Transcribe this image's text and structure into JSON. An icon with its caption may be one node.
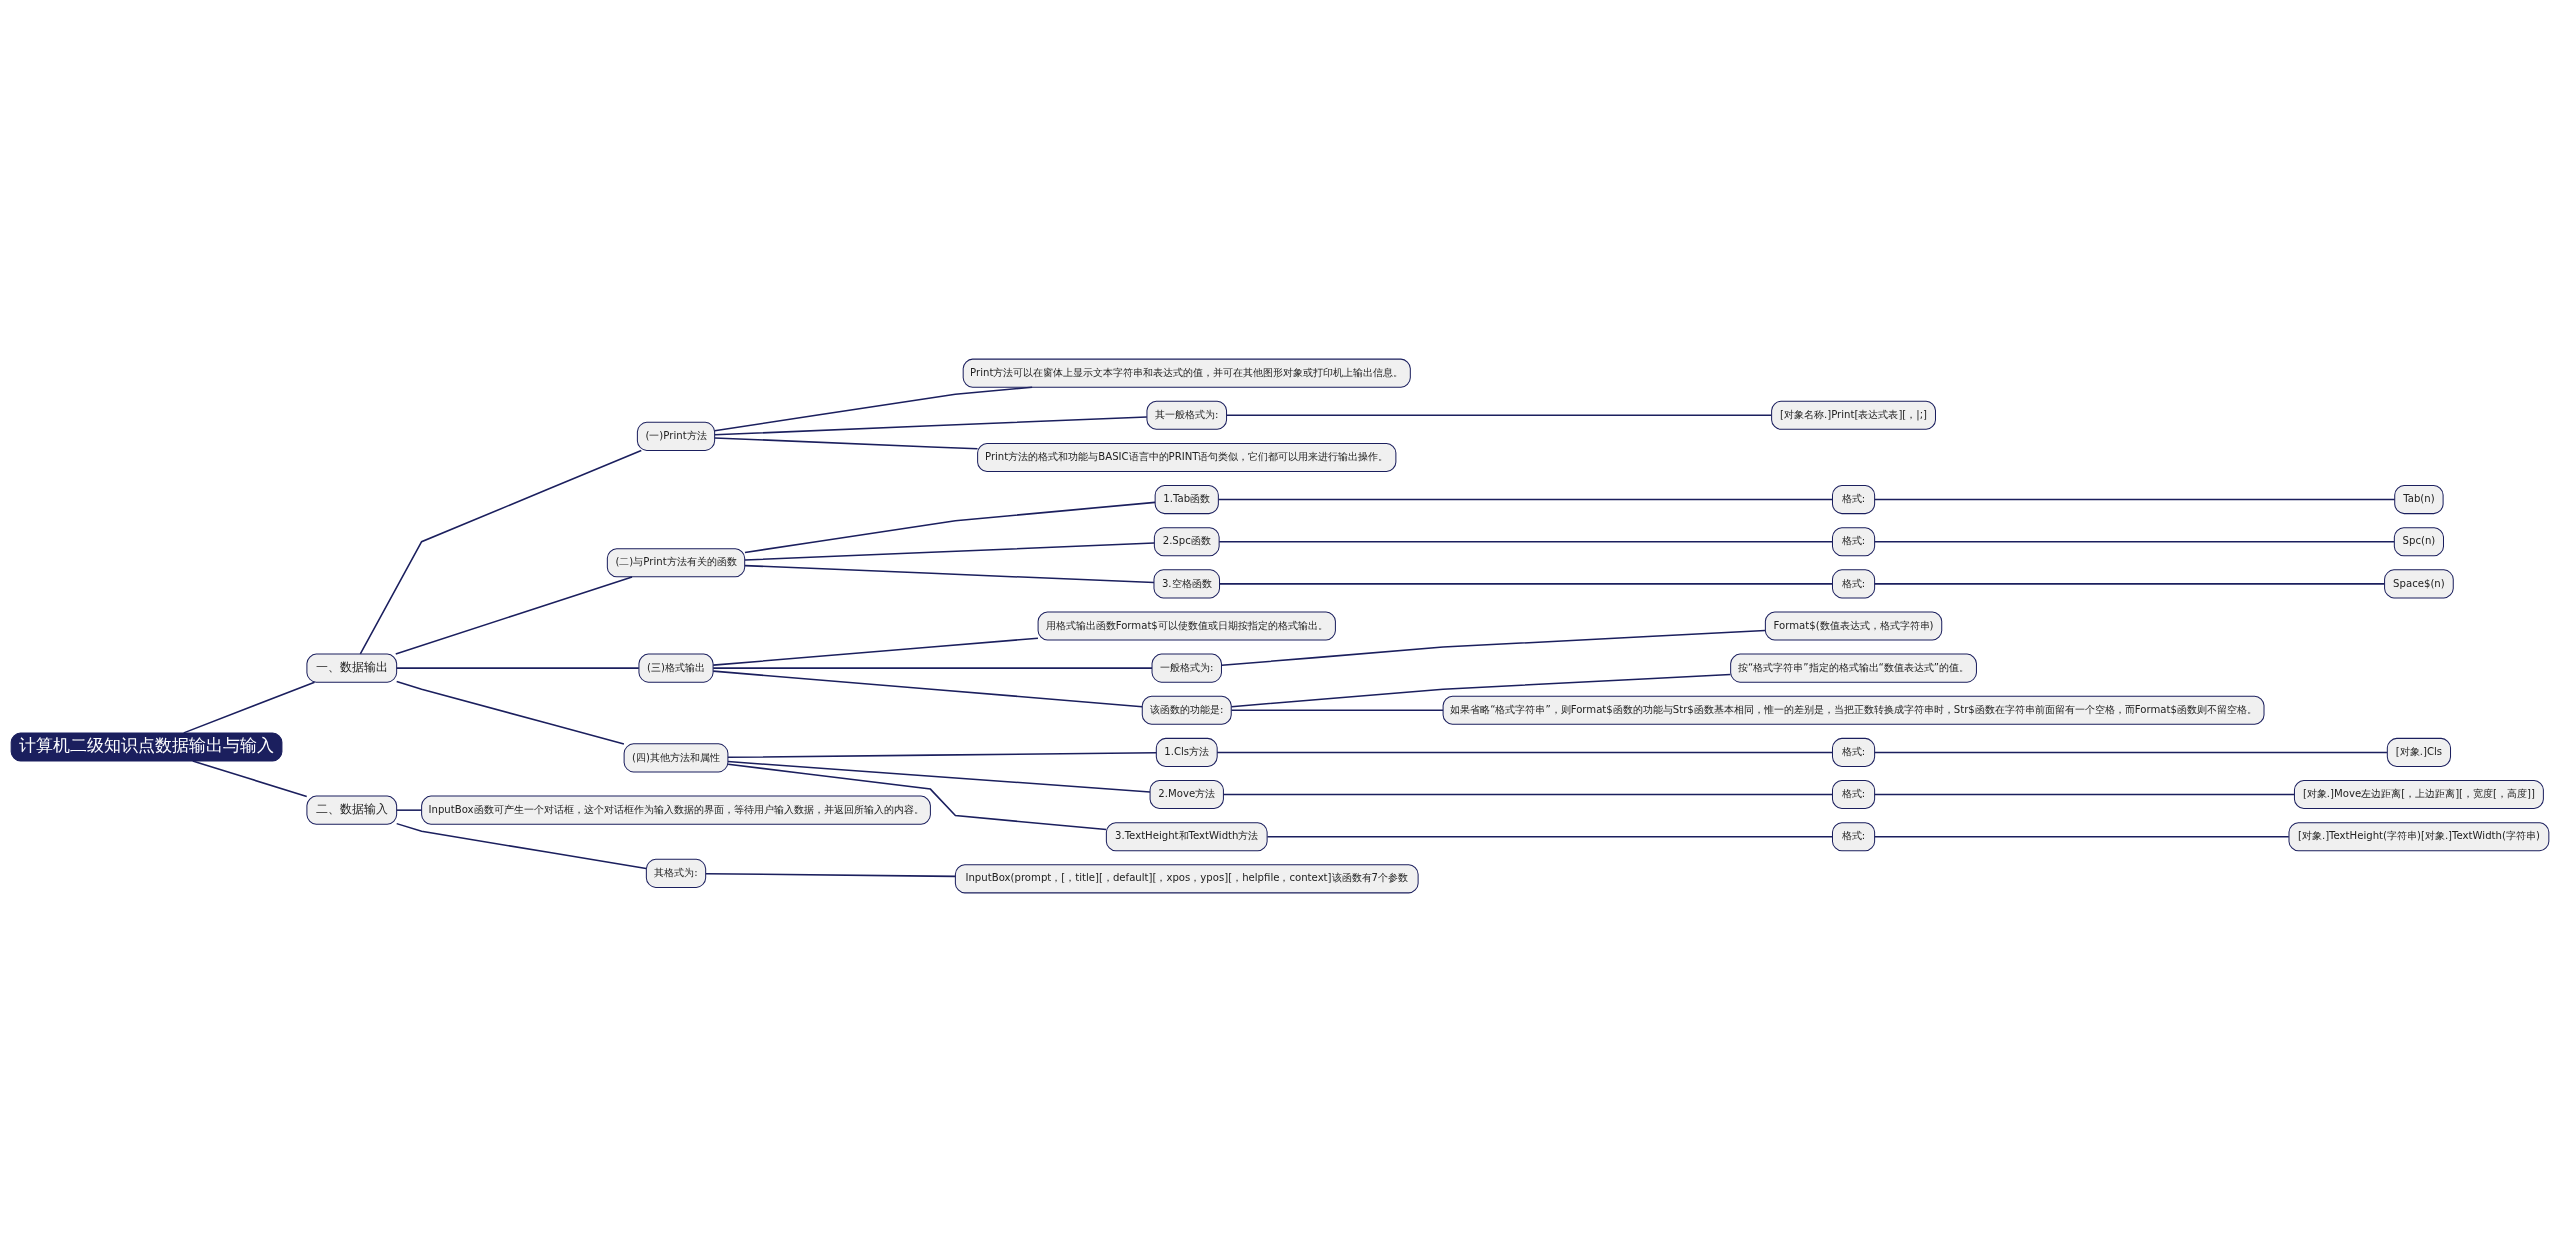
{
  "diagram": {
    "nodes": [
      {
        "text": [
          "计算机二级知识点数据输出与输入"
        ]
      },
      {
        "text": [
          "一、数据输出"
        ]
      },
      {
        "text": [
          "(一)Print方法"
        ]
      },
      {
        "text": [
          "Print方法可以在窗体上显示文本字符串和表达式的值，并可在其他图形对象或打印机上输出信息。"
        ]
      },
      {
        "text": [
          "其一般格式为:"
        ]
      },
      {
        "text": [
          "[对象名称.]Print[表达式表][，|;]"
        ]
      },
      {
        "text": [
          "Print方法的格式和功能与BASIC语言中的PRINT语句类似，它们都可以用来进行输出操作。"
        ]
      },
      {
        "text": [
          "(二)与Print方法有关的函数"
        ]
      },
      {
        "text": [
          "1.Tab函数"
        ]
      },
      {
        "text": [
          "格式:"
        ]
      },
      {
        "text": [
          "Tab(n)"
        ]
      },
      {
        "text": [
          "2.Spc函数"
        ]
      },
      {
        "text": [
          "格式:"
        ]
      },
      {
        "text": [
          "Spc(n)"
        ]
      },
      {
        "text": [
          "3.空格函数"
        ]
      },
      {
        "text": [
          "格式:"
        ]
      },
      {
        "text": [
          "Space$(n)"
        ]
      },
      {
        "text": [
          "(三)格式输出"
        ]
      },
      {
        "text": [
          "用格式输出函数Format$可以使数值或日期按指定的格式输出。"
        ]
      },
      {
        "text": [
          "一般格式为:"
        ]
      },
      {
        "text": [
          "Format$(数值表达式，格式字符串)"
        ]
      },
      {
        "text": [
          "该函数的功能是:"
        ]
      },
      {
        "text": [
          "按“格式字符串”指定的格式输出“数值表达式”的值。"
        ]
      },
      {
        "text": [
          "如果省略“格式字符串”，则Format$函数的功能与Str$函数基本相同，惟一的差别是，当把正数转换成字符串时，Str$函数在字符串前面留有一个空格，而Format$函数则不留空格。"
        ]
      },
      {
        "text": [
          "(四)其他方法和属性"
        ]
      },
      {
        "text": [
          "1.Cls方法"
        ]
      },
      {
        "text": [
          "格式:"
        ]
      },
      {
        "text": [
          "[对象.]Cls"
        ]
      },
      {
        "text": [
          "2.Move方法"
        ]
      },
      {
        "text": [
          "格式:"
        ]
      },
      {
        "text": [
          "[对象.]Move左边距离[，上边距离][，宽度[，高度]]"
        ]
      },
      {
        "text": [
          "3.TextHeight和TextWidth方法"
        ]
      },
      {
        "text": [
          "格式:"
        ]
      },
      {
        "text": [
          "[对象.]TextHeight(字符串)[对象.]TextWidth(字符串)"
        ]
      },
      {
        "text": [
          "二、数据输入"
        ]
      },
      {
        "text": [
          "InputBox函数可产生一个对话框，这个对话框作为输入数据的界面，等待用户输入数据，并返回所输入的内容。"
        ]
      },
      {
        "text": [
          "其格式为:"
        ]
      },
      {
        "text": [
          "InputBox(prompt，[，title][，default][，xpos，ypos][，helpfile，context]该函数有7个参数"
        ]
      }
    ],
    "edges": [
      {
        "from": 0,
        "to": 1,
        "arrow": "none"
      },
      {
        "from": 1,
        "to": 2,
        "arrow": "none"
      },
      {
        "from": 2,
        "to": 3,
        "arrow": "none"
      },
      {
        "from": 2,
        "to": 4,
        "arrow": "none"
      },
      {
        "from": 4,
        "to": 5,
        "arrow": "none"
      },
      {
        "from": 2,
        "to": 6,
        "arrow": "none"
      },
      {
        "from": 1,
        "to": 7,
        "arrow": "none"
      },
      {
        "from": 7,
        "to": 8,
        "arrow": "none"
      },
      {
        "from": 8,
        "to": 9,
        "arrow": "none"
      },
      {
        "from": 9,
        "to": 10,
        "arrow": "none"
      },
      {
        "from": 7,
        "to": 11,
        "arrow": "none"
      },
      {
        "from": 11,
        "to": 12,
        "arrow": "none"
      },
      {
        "from": 12,
        "to": 13,
        "arrow": "none"
      },
      {
        "from": 7,
        "to": 14,
        "arrow": "none"
      },
      {
        "from": 14,
        "to": 15,
        "arrow": "none"
      },
      {
        "from": 15,
        "to": 16,
        "arrow": "none"
      },
      {
        "from": 1,
        "to": 17,
        "arrow": "none"
      },
      {
        "from": 17,
        "to": 18,
        "arrow": "none"
      },
      {
        "from": 17,
        "to": 19,
        "arrow": "none"
      },
      {
        "from": 19,
        "to": 20,
        "arrow": "none"
      },
      {
        "from": 17,
        "to": 21,
        "arrow": "none"
      },
      {
        "from": 21,
        "to": 22,
        "arrow": "none"
      },
      {
        "from": 21,
        "to": 23,
        "arrow": "none"
      },
      {
        "from": 1,
        "to": 24,
        "arrow": "none"
      },
      {
        "from": 24,
        "to": 25,
        "arrow": "none"
      },
      {
        "from": 25,
        "to": 26,
        "arrow": "none"
      },
      {
        "from": 26,
        "to": 27,
        "arrow": "none"
      },
      {
        "from": 24,
        "to": 28,
        "arrow": "none"
      },
      {
        "from": 28,
        "to": 29,
        "arrow": "none"
      },
      {
        "from": 29,
        "to": 30,
        "arrow": "none"
      },
      {
        "from": 24,
        "to": 31,
        "arrow": "none"
      },
      {
        "from": 31,
        "to": 32,
        "arrow": "none"
      },
      {
        "from": 32,
        "to": 33,
        "arrow": "none"
      },
      {
        "from": 0,
        "to": 34,
        "arrow": "none"
      },
      {
        "from": 34,
        "to": 35,
        "arrow": "none"
      },
      {
        "from": 34,
        "to": 36,
        "arrow": "none"
      },
      {
        "from": 36,
        "to": 37,
        "arrow": "none"
      }
    ]
  }
}
